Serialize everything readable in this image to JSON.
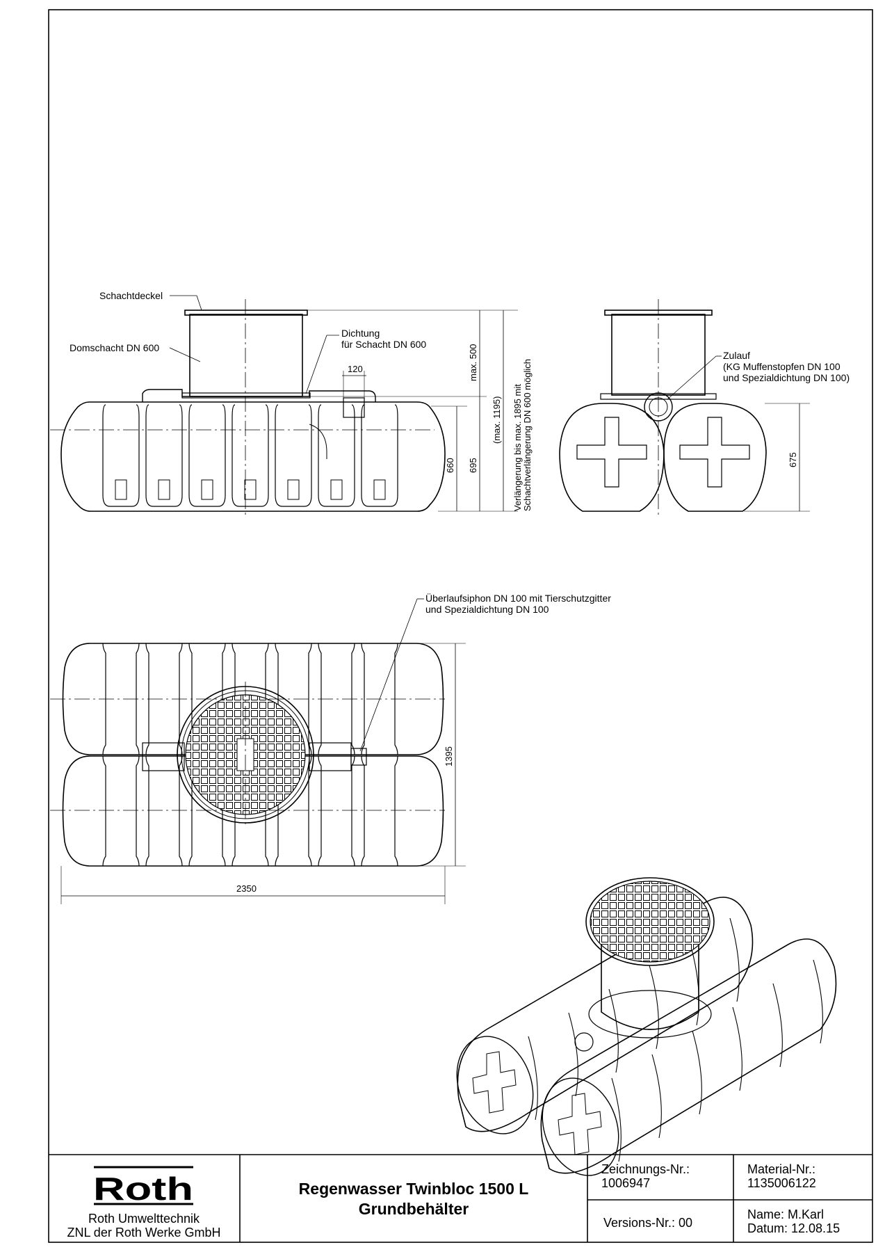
{
  "labels": {
    "schachtdeckel": "Schachtdeckel",
    "domschacht": "Domschacht DN 600",
    "dichtung_1": "Dichtung",
    "dichtung_2": "für Schacht DN 600",
    "zulauf_1": "Zulauf",
    "zulauf_2": "(KG Muffenstopfen DN 100",
    "zulauf_3": "und Spezialdichtung DN 100)",
    "ueberlauf_1": "Überlaufsiphon DN 100 mit Tierschutzgitter",
    "ueberlauf_2": "und Spezialdichtung DN 100",
    "verlaengerung_1": "Verlängerung bis max. 1895 mit",
    "verlaengerung_2": "Schachtverlängerung DN 600 möglich"
  },
  "dimensions": {
    "d120": "120",
    "max500": "max. 500",
    "max1195": "(max. 1195)",
    "d660": "660",
    "d695": "695",
    "d675": "675",
    "d1395": "1395",
    "d2350": "2350"
  },
  "title_block": {
    "logo": "Roth",
    "company_1": "Roth Umwelttechnik",
    "company_2": "ZNL der Roth Werke GmbH",
    "title_1": "Regenwasser Twinbloc 1500 L",
    "title_2": "Grundbehälter",
    "zeichnung_label": "Zeichnungs-Nr.:",
    "zeichnung_value": "1006947",
    "version": "Versions-Nr.: 00",
    "material_label": "Material-Nr.:",
    "material_value": "1135006122",
    "name": "Name: M.Karl",
    "datum": "Datum: 12.08.15"
  },
  "colors": {
    "line": "#000000",
    "paper": "#ffffff",
    "shade": "#e6e6e6"
  }
}
